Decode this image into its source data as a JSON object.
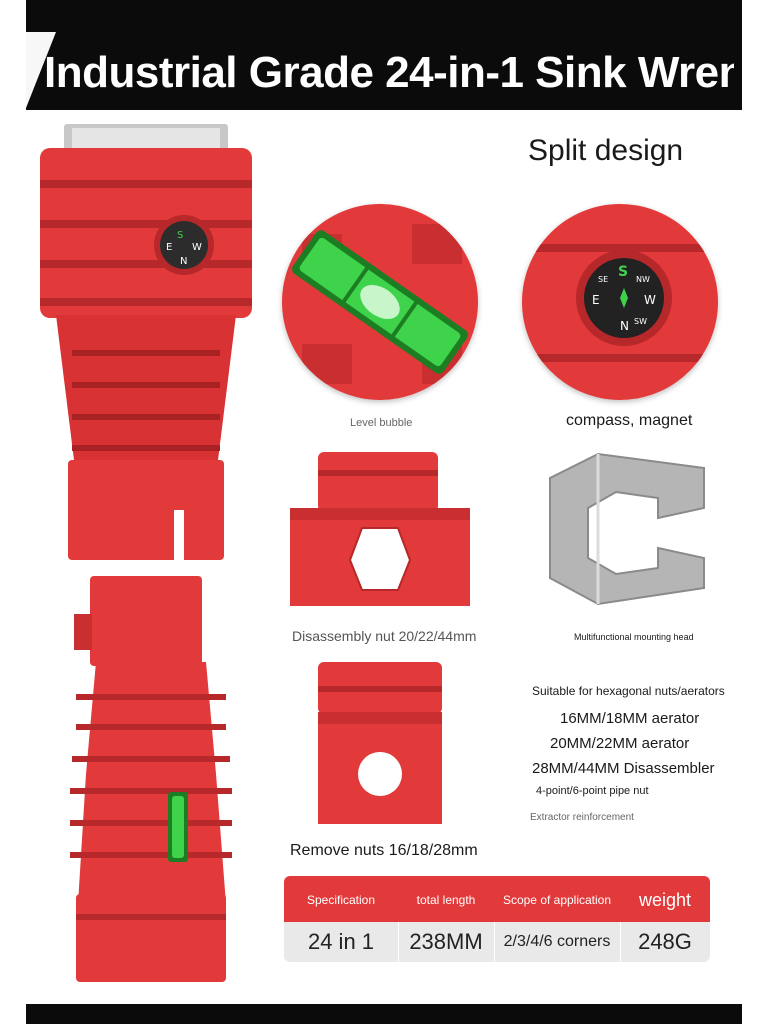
{
  "header": {
    "title": "Industrial Grade 24-in-1 Sink Wrench"
  },
  "split": {
    "title": "Split design"
  },
  "features": {
    "level": {
      "label": "Level bubble"
    },
    "compass": {
      "label": "compass, magnet",
      "directions": [
        "S",
        "W",
        "N",
        "E",
        "SE",
        "NW",
        "SW"
      ]
    },
    "nut_big": {
      "label": "Disassembly nut 20/22/44mm"
    },
    "mount": {
      "label": "Multifunctional mounting head"
    },
    "nut_small": {
      "label": "Remove nuts 16/18/28mm"
    }
  },
  "suitable": {
    "heading": "Suitable for hexagonal nuts/aerators",
    "lines": [
      "16MM/18MM aerator",
      "20MM/22MM aerator",
      "28MM/44MM Disassembler"
    ],
    "pipe": "4-point/6-point pipe nut",
    "extractor": "Extractor reinforcement"
  },
  "specs": {
    "headers": [
      "Specification",
      "total length",
      "Scope of application",
      "weight"
    ],
    "values": [
      "24 in 1",
      "238MM",
      "2/3/4/6 corners",
      "248G"
    ]
  },
  "colors": {
    "product_red": "#e2393a",
    "product_red_dark": "#b7282a",
    "level_green": "#3ed34a",
    "metal_silver": "#b5b5b5"
  }
}
